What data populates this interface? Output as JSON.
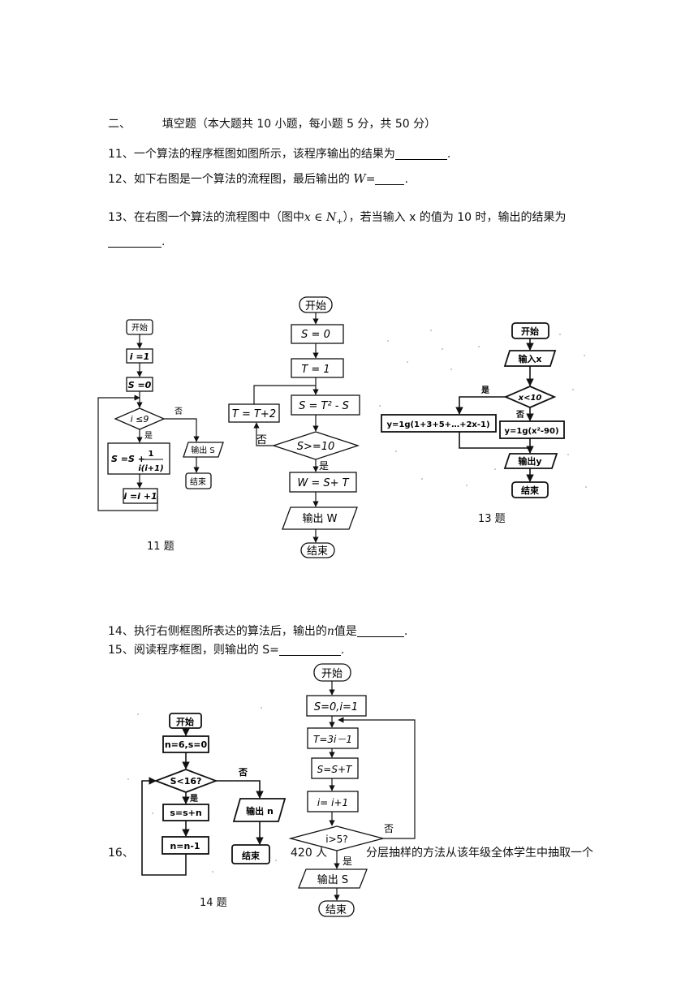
{
  "section": {
    "number": "二、",
    "title": "填空题（本大题共 10 小题，每小题 5 分，共 50  分）"
  },
  "questions": {
    "q11": {
      "prefix": "11、一个算法的程序框图如图所示，该程序输出的结果为",
      "suffix": "."
    },
    "q12": {
      "prefix": "12、如下右图是一个算法的流程图，最后输出的",
      "var": "W",
      "eq": "=",
      "suffix": "."
    },
    "q13": {
      "prefix": "13、在右图一个算法的流程图中（图中",
      "math": "x ∈ N",
      "math_sub": "+",
      "suffix": "），若当输入 x 的值为 10 时，输出的结果为",
      "end": "."
    },
    "q14": {
      "prefix": "14、执行右侧框图所表达的算法后，输出的",
      "var": "n",
      "suffix": "值是",
      "end": "."
    },
    "q15": {
      "prefix": "15、阅读程序框图，则输出的 S=",
      "end": "."
    },
    "q16": {
      "prefix": "16、",
      "visible_tail": "420 人",
      "tail": "分层抽样的方法从该年级全体学生中抽取一个"
    }
  },
  "captions": {
    "fig11": "11 题",
    "fig13": "13 题",
    "fig14": "14 题"
  },
  "fig11": {
    "start": "开始",
    "init_i": "i =1",
    "init_s": "S =0",
    "cond": "i ≤9",
    "no": "否",
    "yes": "是",
    "assign_s": "S =S +",
    "frac_num": "1",
    "frac_den": "i(i+1)",
    "inc": "i =i +1",
    "output": "输出 S",
    "end": "结束"
  },
  "fig12": {
    "start": "开始",
    "s0": "S = 0",
    "t1": "T = 1",
    "loop_s": "S = T² - S",
    "cond": "S>=10",
    "no": "否",
    "yes": "是",
    "inc_t": "T = T+2",
    "w": "W = S+ T",
    "output": "输出 W",
    "end": "结束"
  },
  "fig13": {
    "start": "开始",
    "input": "输入x",
    "cond": "x<10",
    "yes": "是",
    "no": "否",
    "yes_branch": "y=1g(1+3+5+…+2x-1)",
    "no_branch": "y=1g(x²-90)",
    "output": "输出y",
    "end": "结束"
  },
  "fig14": {
    "start": "开始",
    "init": "n=6,s=0",
    "cond": "S<16?",
    "yes": "是",
    "no": "否",
    "assign": "s=s+n",
    "dec": "n=n-1",
    "output": "输出 n",
    "end": "结束"
  },
  "fig15": {
    "start": "开始",
    "init": "S=0,i=1",
    "t": "T=3i－1",
    "s": "S=S+T",
    "inc": "i= i+1",
    "cond": "i>5?",
    "no": "否",
    "yes": "是",
    "output": "输出 S",
    "end": "结束"
  }
}
